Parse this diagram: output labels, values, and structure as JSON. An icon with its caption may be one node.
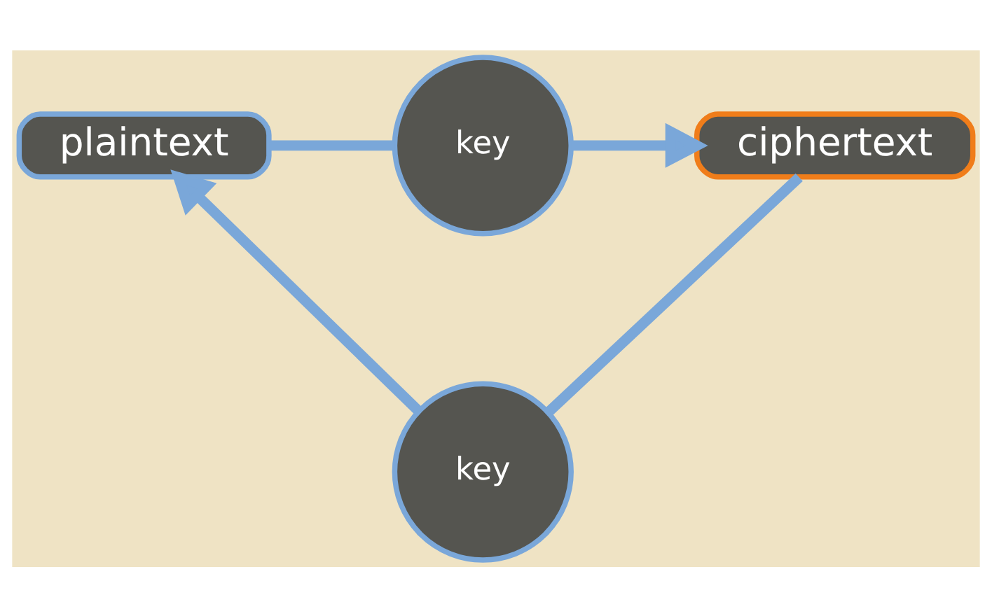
{
  "diagram": {
    "nodes": [
      {
        "text": [
          "plaintext"
        ]
      },
      {
        "text": [
          "ciphertext"
        ]
      },
      {
        "text": [
          "key"
        ]
      },
      {
        "text": [
          "key"
        ]
      }
    ],
    "edges": [
      {
        "from": 0,
        "to": 2,
        "arrow": "none"
      },
      {
        "from": 2,
        "to": 1,
        "arrow": "to"
      },
      {
        "from": 1,
        "to": 3,
        "arrow": "none"
      },
      {
        "from": 3,
        "to": 0,
        "arrow": "to"
      }
    ]
  }
}
